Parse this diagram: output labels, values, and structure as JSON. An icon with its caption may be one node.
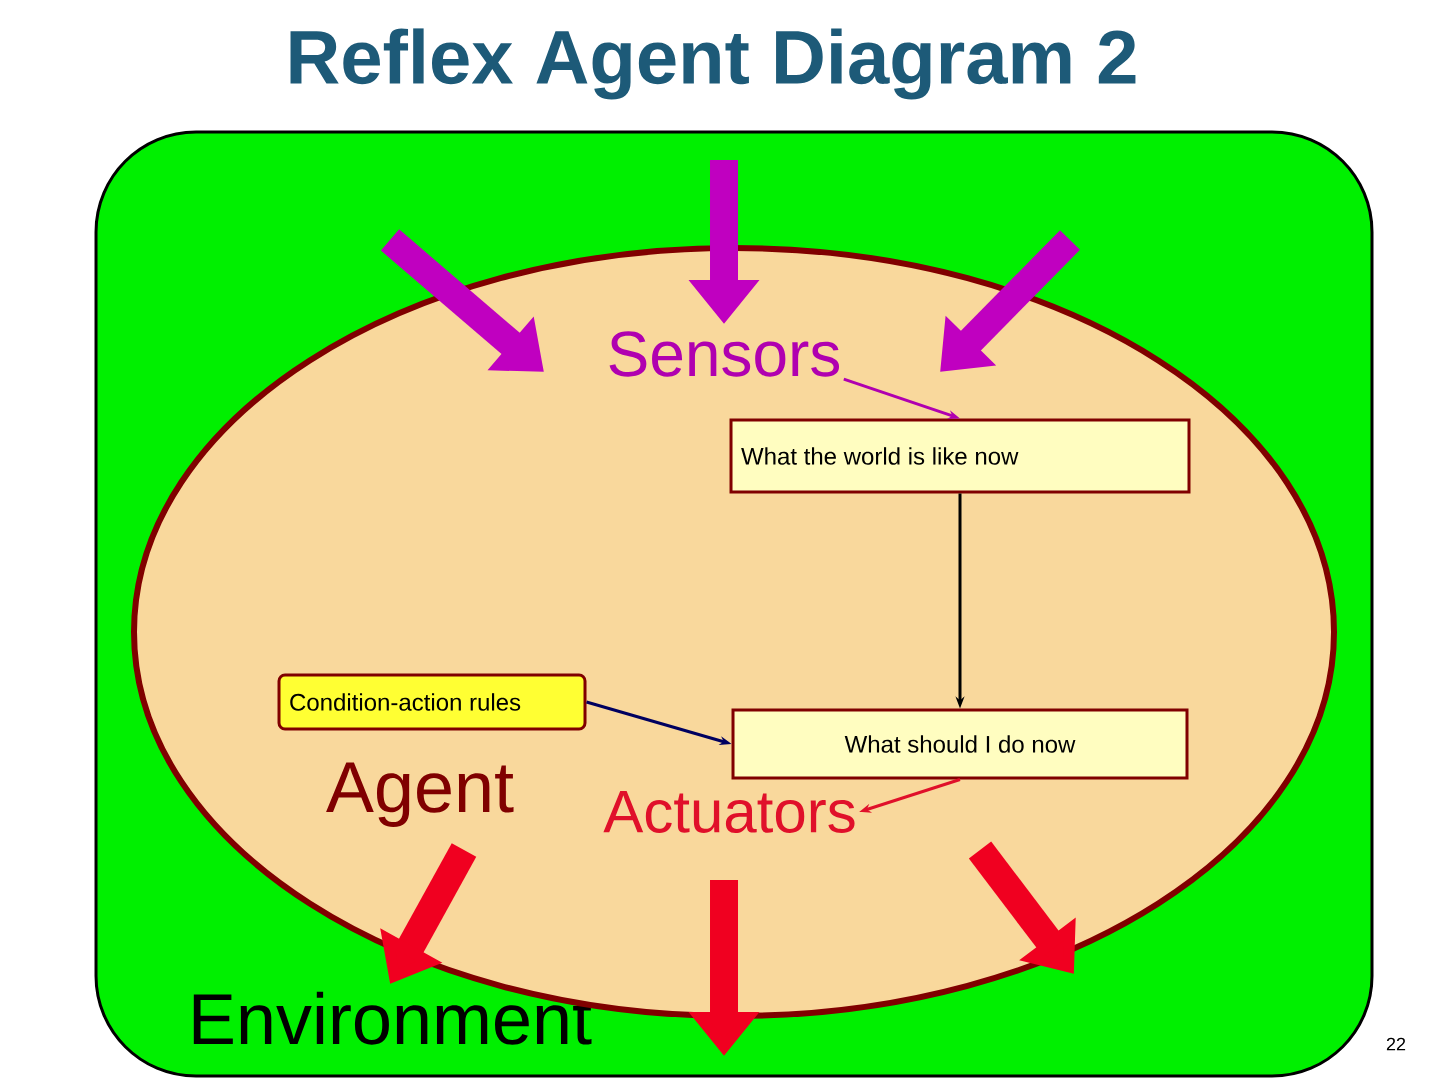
{
  "diagram": {
    "title": "Reflex Agent Diagram 2",
    "nodes": [
      {
        "text": [
          "Environment"
        ]
      },
      {
        "text": [
          "Agent"
        ],
        "in": 0
      },
      {
        "text": [
          "Sensors"
        ],
        "in": 1
      },
      {
        "text": [
          "What the world is like now"
        ],
        "in": 1
      },
      {
        "text": [
          "Condition-action rules"
        ],
        "in": 1
      },
      {
        "text": [
          "What should I do now"
        ],
        "in": 1
      },
      {
        "text": [
          "Actuators"
        ],
        "in": 1
      }
    ],
    "edges": [
      {
        "from": 2,
        "to": 3,
        "arrow": "to",
        "color": "#b000b0"
      },
      {
        "from": 3,
        "to": 5,
        "arrow": "to",
        "color": "#000000"
      },
      {
        "from": 4,
        "to": 5,
        "arrow": "to",
        "color": "#000060"
      },
      {
        "from": 5,
        "to": 6,
        "arrow": "to",
        "color": "#e0102a"
      }
    ],
    "labels": [
      "22"
    ]
  }
}
